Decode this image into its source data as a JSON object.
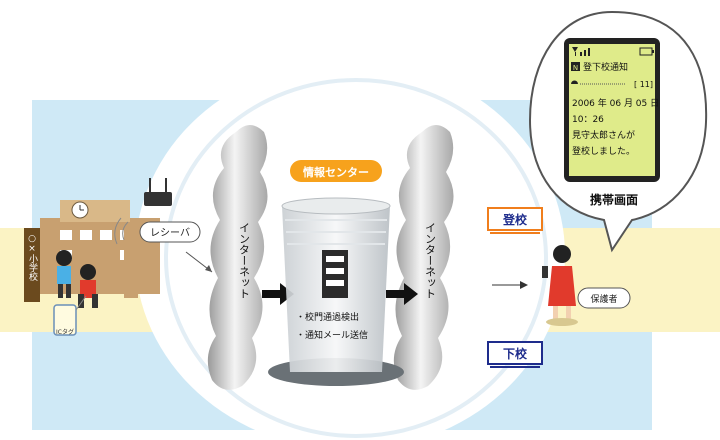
{
  "school": {
    "sign": "○×小学校"
  },
  "receiver_label": "レシーバ",
  "ic_tag_label": "ICタグ",
  "internet_label": "インターネット",
  "center": {
    "title": "情報センター",
    "functions": [
      "・校門通過検出",
      "・通知メール送信"
    ]
  },
  "arrival_label": "登校",
  "departure_label": "下校",
  "guardian_label": "保護者",
  "phone": {
    "caption": "携帯画面",
    "mail_mark": "N",
    "subject": "登下校通知",
    "counter": "[ 11]",
    "date": "2006 年 06 月 05 日",
    "time": "10：26",
    "message_1": "見守太郎さんが",
    "message_2": "登校しました。"
  },
  "colors": {
    "sky": "#cfe9f6",
    "path": "#fbf3c4",
    "arrival": "#f07e1c",
    "departure": "#1e2c8c",
    "center_badge": "#f7a21c"
  }
}
